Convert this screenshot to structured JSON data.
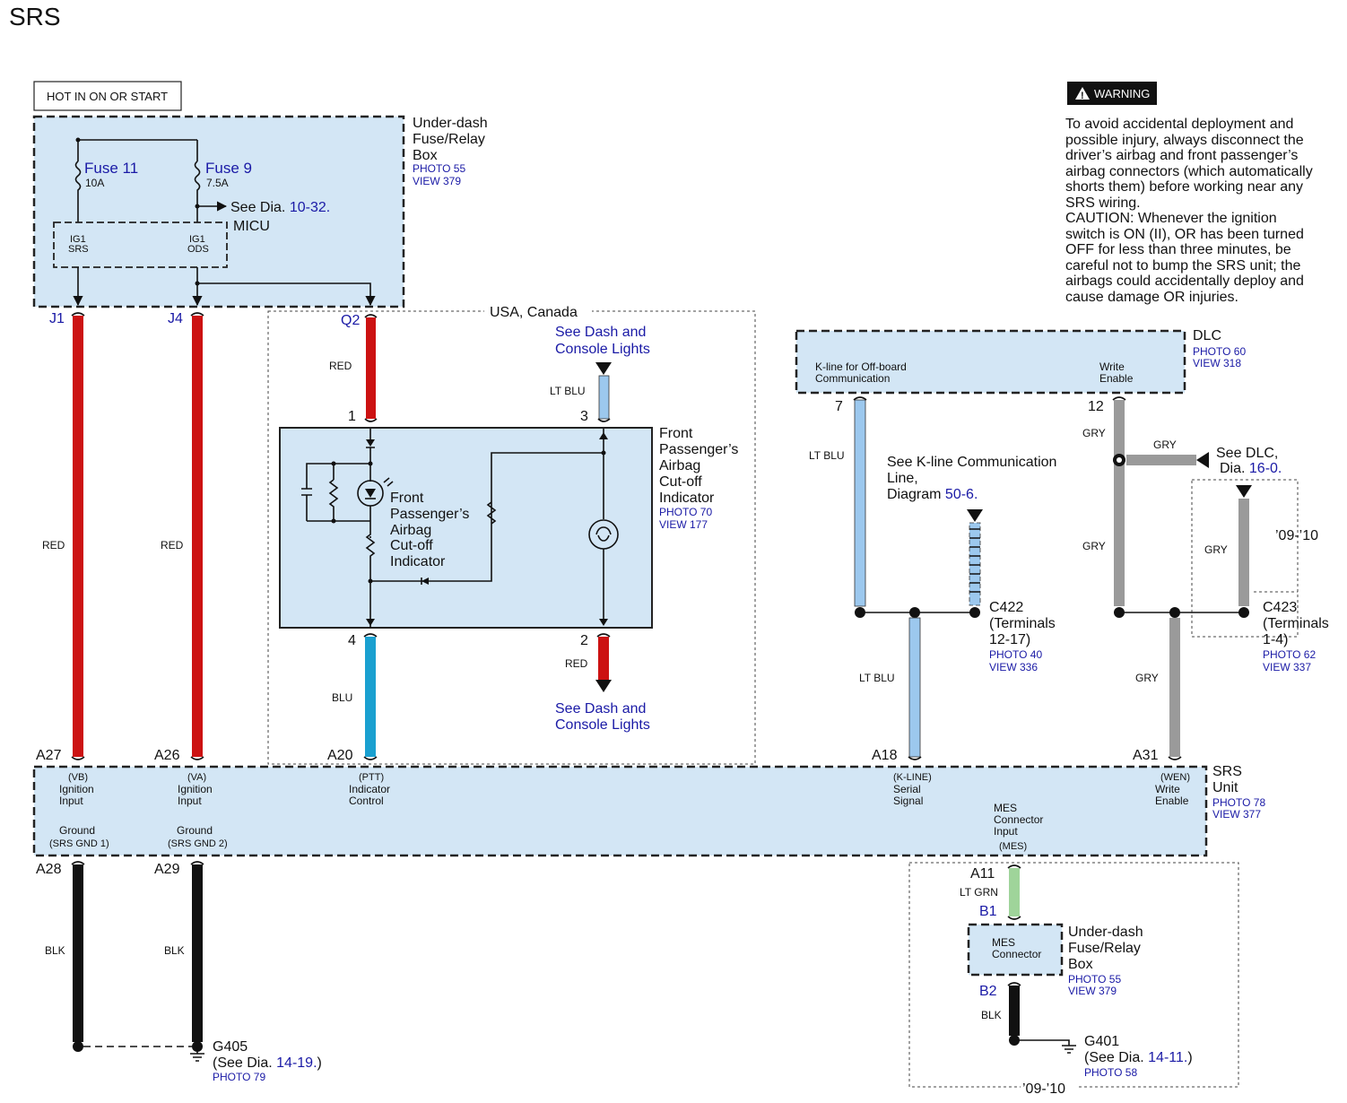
{
  "title": "SRS",
  "hot_label": "HOT IN ON OR START",
  "fuse_box": {
    "name_lines": [
      "Under-dash",
      "Fuse/Relay",
      "Box"
    ],
    "photo": "PHOTO 55",
    "view": "VIEW 379",
    "fuse11": {
      "name": "Fuse 11",
      "rating": "10A"
    },
    "fuse9": {
      "name": "Fuse 9",
      "rating": "7.5A"
    },
    "see_dia_prefix": "See Dia.",
    "see_dia_ref": "10-32.",
    "micu": "MICU",
    "micu_pin1": [
      "IG1",
      "SRS"
    ],
    "micu_pin2": [
      "IG1",
      "ODS"
    ]
  },
  "connectors_top": {
    "j1": "J1",
    "j4": "J4",
    "q2": "Q2"
  },
  "region_usa": "USA, Canada",
  "wire_colors": {
    "red": "RED",
    "blk": "BLK",
    "blu": "BLU",
    "lt_blu": "LT BLU",
    "gry": "GRY",
    "lt_grn": "LT GRN"
  },
  "indicator": {
    "see_top": [
      "See Dash and",
      "Console Lights"
    ],
    "see_bottom": [
      "See Dash and",
      "Console Lights"
    ],
    "pins": {
      "p1": "1",
      "p2": "2",
      "p3": "3",
      "p4": "4"
    },
    "inner_label": [
      "Front",
      "Passenger’s",
      "Airbag",
      "Cut-off",
      "Indicator"
    ],
    "name_lines": [
      "Front",
      "Passenger’s",
      "Airbag",
      "Cut-off",
      "Indicator"
    ],
    "photo": "PHOTO 70",
    "view": "VIEW 177"
  },
  "warning": {
    "badge": "WARNING",
    "lines": [
      "To avoid accidental deployment and",
      "possible injury, always disconnect the",
      "driver’s airbag and front passenger’s",
      "airbag connectors (which automatically",
      "shorts them) before working near any",
      "SRS wiring.",
      "CAUTION: Whenever the ignition",
      "switch is ON (II), OR has been turned",
      "OFF for less than three minutes, be",
      "careful not to bump the SRS unit; the",
      "airbags could accidentally deploy and",
      "cause damage OR injuries."
    ]
  },
  "dlc": {
    "name": "DLC",
    "photo": "PHOTO 60",
    "view": "VIEW 318",
    "kline": [
      "K-line for Off-board",
      "Communication"
    ],
    "write": [
      "Write",
      "Enable"
    ],
    "pin7": "7",
    "pin12": "12",
    "see_dlc": [
      "See DLC,",
      "Dia."
    ],
    "see_dlc_ref": "16-0."
  },
  "kline_see": {
    "lines": [
      "See K-line Communication",
      "Line,",
      "Diagram"
    ],
    "ref": "50-6."
  },
  "c422": {
    "name": "C422",
    "terminals": [
      "(Terminals",
      "12-17)"
    ],
    "photo": "PHOTO 40",
    "view": "VIEW 336"
  },
  "c423": {
    "name": "C423",
    "terminals": [
      "(Terminals",
      "1-4)"
    ],
    "photo": "PHOTO 62",
    "view": "VIEW 337"
  },
  "model_years": "’09-’10",
  "srs_unit": {
    "name": [
      "SRS",
      "Unit"
    ],
    "photo": "PHOTO 78",
    "view": "VIEW 377",
    "pins_top": {
      "a27": "A27",
      "a26": "A26",
      "a20": "A20",
      "a18": "A18",
      "a31": "A31"
    },
    "pins_bottom": {
      "a28": "A28",
      "a29": "A29",
      "a11": "A11"
    },
    "vb": [
      "(VB)",
      "Ignition",
      "Input"
    ],
    "va": [
      "(VA)",
      "Ignition",
      "Input"
    ],
    "ptt": [
      "(PTT)",
      "Indicator",
      "Control"
    ],
    "kl": [
      "(K-LINE)",
      "Serial",
      "Signal"
    ],
    "wen": [
      "(WEN)",
      "Write",
      "Enable"
    ],
    "gnd1": [
      "Ground",
      "(SRS GND 1)"
    ],
    "gnd2": [
      "Ground",
      "(SRS GND 2)"
    ],
    "mes": [
      "MES",
      "Connector",
      "Input",
      "(MES)"
    ]
  },
  "g405": {
    "name": "G405",
    "see_prefix": "(See Dia.",
    "ref": "14-19.",
    "suffix": ")",
    "photo": "PHOTO 79"
  },
  "mes_box": {
    "b1": "B1",
    "b2": "B2",
    "label": [
      "MES",
      "Connector"
    ],
    "name_lines": [
      "Under-dash",
      "Fuse/Relay",
      "Box"
    ],
    "photo": "PHOTO 55",
    "view": "VIEW 379"
  },
  "g401": {
    "name": "G401",
    "see_prefix": "(See Dia.",
    "ref": "14-11.",
    "suffix": ")",
    "photo": "PHOTO 58"
  },
  "colors": {
    "red_wire": "#cc1212",
    "blu_wire": "#1aa0d0",
    "lt_blu_wire": "#9cc8ee",
    "gry_wire": "#9a9a9a",
    "lt_grn_wire": "#9fd49a",
    "blk_wire": "#111111",
    "box_fill": "#d3e6f5",
    "ref_blue": "#1a1aa6"
  }
}
